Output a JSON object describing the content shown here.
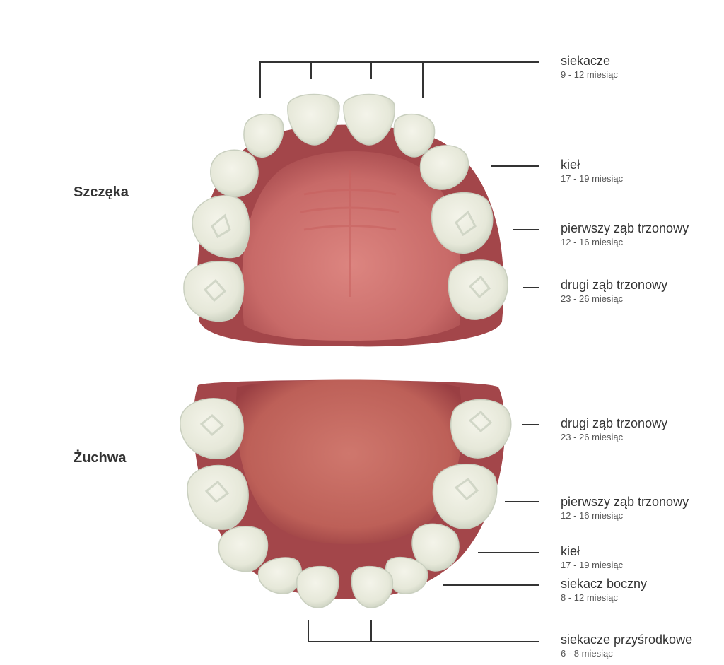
{
  "maxilla": {
    "title": "Szczęka",
    "labels": [
      {
        "name": "siekacze",
        "age": "9 - 12 miesiąc"
      },
      {
        "name": "kieł",
        "age": "17 - 19 miesiąc"
      },
      {
        "name": "pierwszy ząb trzonowy",
        "age": "12 - 16 miesiąc"
      },
      {
        "name": "drugi ząb trzonowy",
        "age": "23 - 26 miesiąc"
      }
    ]
  },
  "mandible": {
    "title": "Żuchwa",
    "labels": [
      {
        "name": "drugi ząb trzonowy",
        "age": "23 - 26 miesiąc"
      },
      {
        "name": "pierwszy ząb trzonowy",
        "age": "12 - 16 miesiąc"
      },
      {
        "name": "kieł",
        "age": "17 - 19 miesiąc"
      },
      {
        "name": "siekacz boczny",
        "age": "8 - 12 miesiąc"
      },
      {
        "name": "siekacze przyśrodkowe",
        "age": "6 - 8 miesiąc"
      }
    ]
  },
  "colors": {
    "gum": "#a3464a",
    "palate": "#d77b77",
    "tongue": "#c86a62",
    "tooth": "#ecece0",
    "tooth_shade": "#c9cfbf",
    "leader_line": "#333333"
  }
}
